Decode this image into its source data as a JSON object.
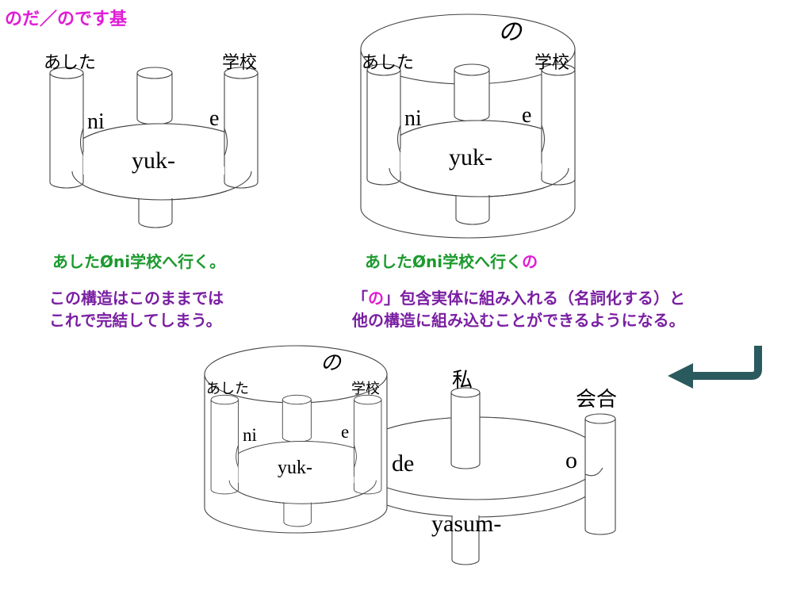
{
  "slide_title": "のだ／のです基",
  "diagram1": {
    "top_left_label": "あした",
    "top_right_label": "学校",
    "left_label": "ni",
    "right_label": "e",
    "verb_label": "yuk-"
  },
  "diagram2": {
    "cylinder_label": "の",
    "top_left_label": "あした",
    "top_right_label": "学校",
    "left_label": "ni",
    "right_label": "e",
    "verb_label": "yuk-"
  },
  "diagram3": {
    "cylinder_label": "の",
    "top_left_label": "あした",
    "top_right_label": "学校",
    "left_label": "ni",
    "right_label": "e",
    "verb_label": "yuk-",
    "outer_top_label": "私",
    "outer_right_label": "会合",
    "outer_left_label": "de",
    "outer_o_label": "o",
    "outer_verb_label": "yasum-"
  },
  "captions": {
    "sentence_left": "あしたØni学校へ行く。",
    "sentence_right_main": "あしたØni学校へ行く",
    "sentence_right_no": "の",
    "left_desc_line1": "この構造はこのままでは",
    "left_desc_line2": "これで完結してしまう。",
    "right_desc_line1_open": "「",
    "right_desc_line1_no": "の",
    "right_desc_line1_rest": "」包含実体に組み入れる（名詞化する）と",
    "right_desc_line2": "他の構造に組み込むことができるようになる。"
  },
  "colors": {
    "title": "#e01cd6",
    "sentence": "#1c9a2e",
    "description": "#7a1fa2",
    "no_highlight": "#e01cd6",
    "arrow": "#2b5a5e"
  },
  "icons": {
    "arrow": "return-arrow-icon"
  }
}
